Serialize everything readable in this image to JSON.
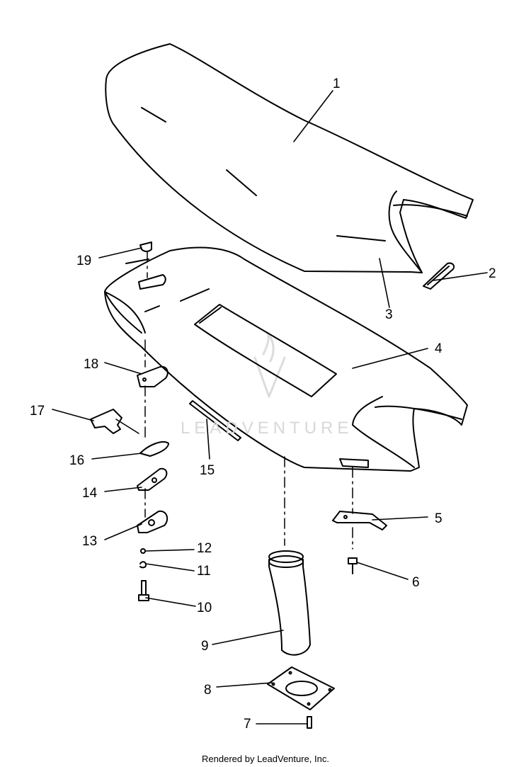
{
  "diagram": {
    "part_labels": [
      "1",
      "2",
      "3",
      "4",
      "5",
      "6",
      "7",
      "8",
      "9",
      "10",
      "11",
      "12",
      "13",
      "14",
      "15",
      "16",
      "17",
      "18",
      "19"
    ]
  },
  "watermark": {
    "text": "LEADVENTURE"
  },
  "footer": {
    "text": "Rendered by LeadVenture, Inc."
  },
  "colors": {
    "line": "#000000",
    "background": "#ffffff",
    "watermark": "#d8d8d8"
  }
}
